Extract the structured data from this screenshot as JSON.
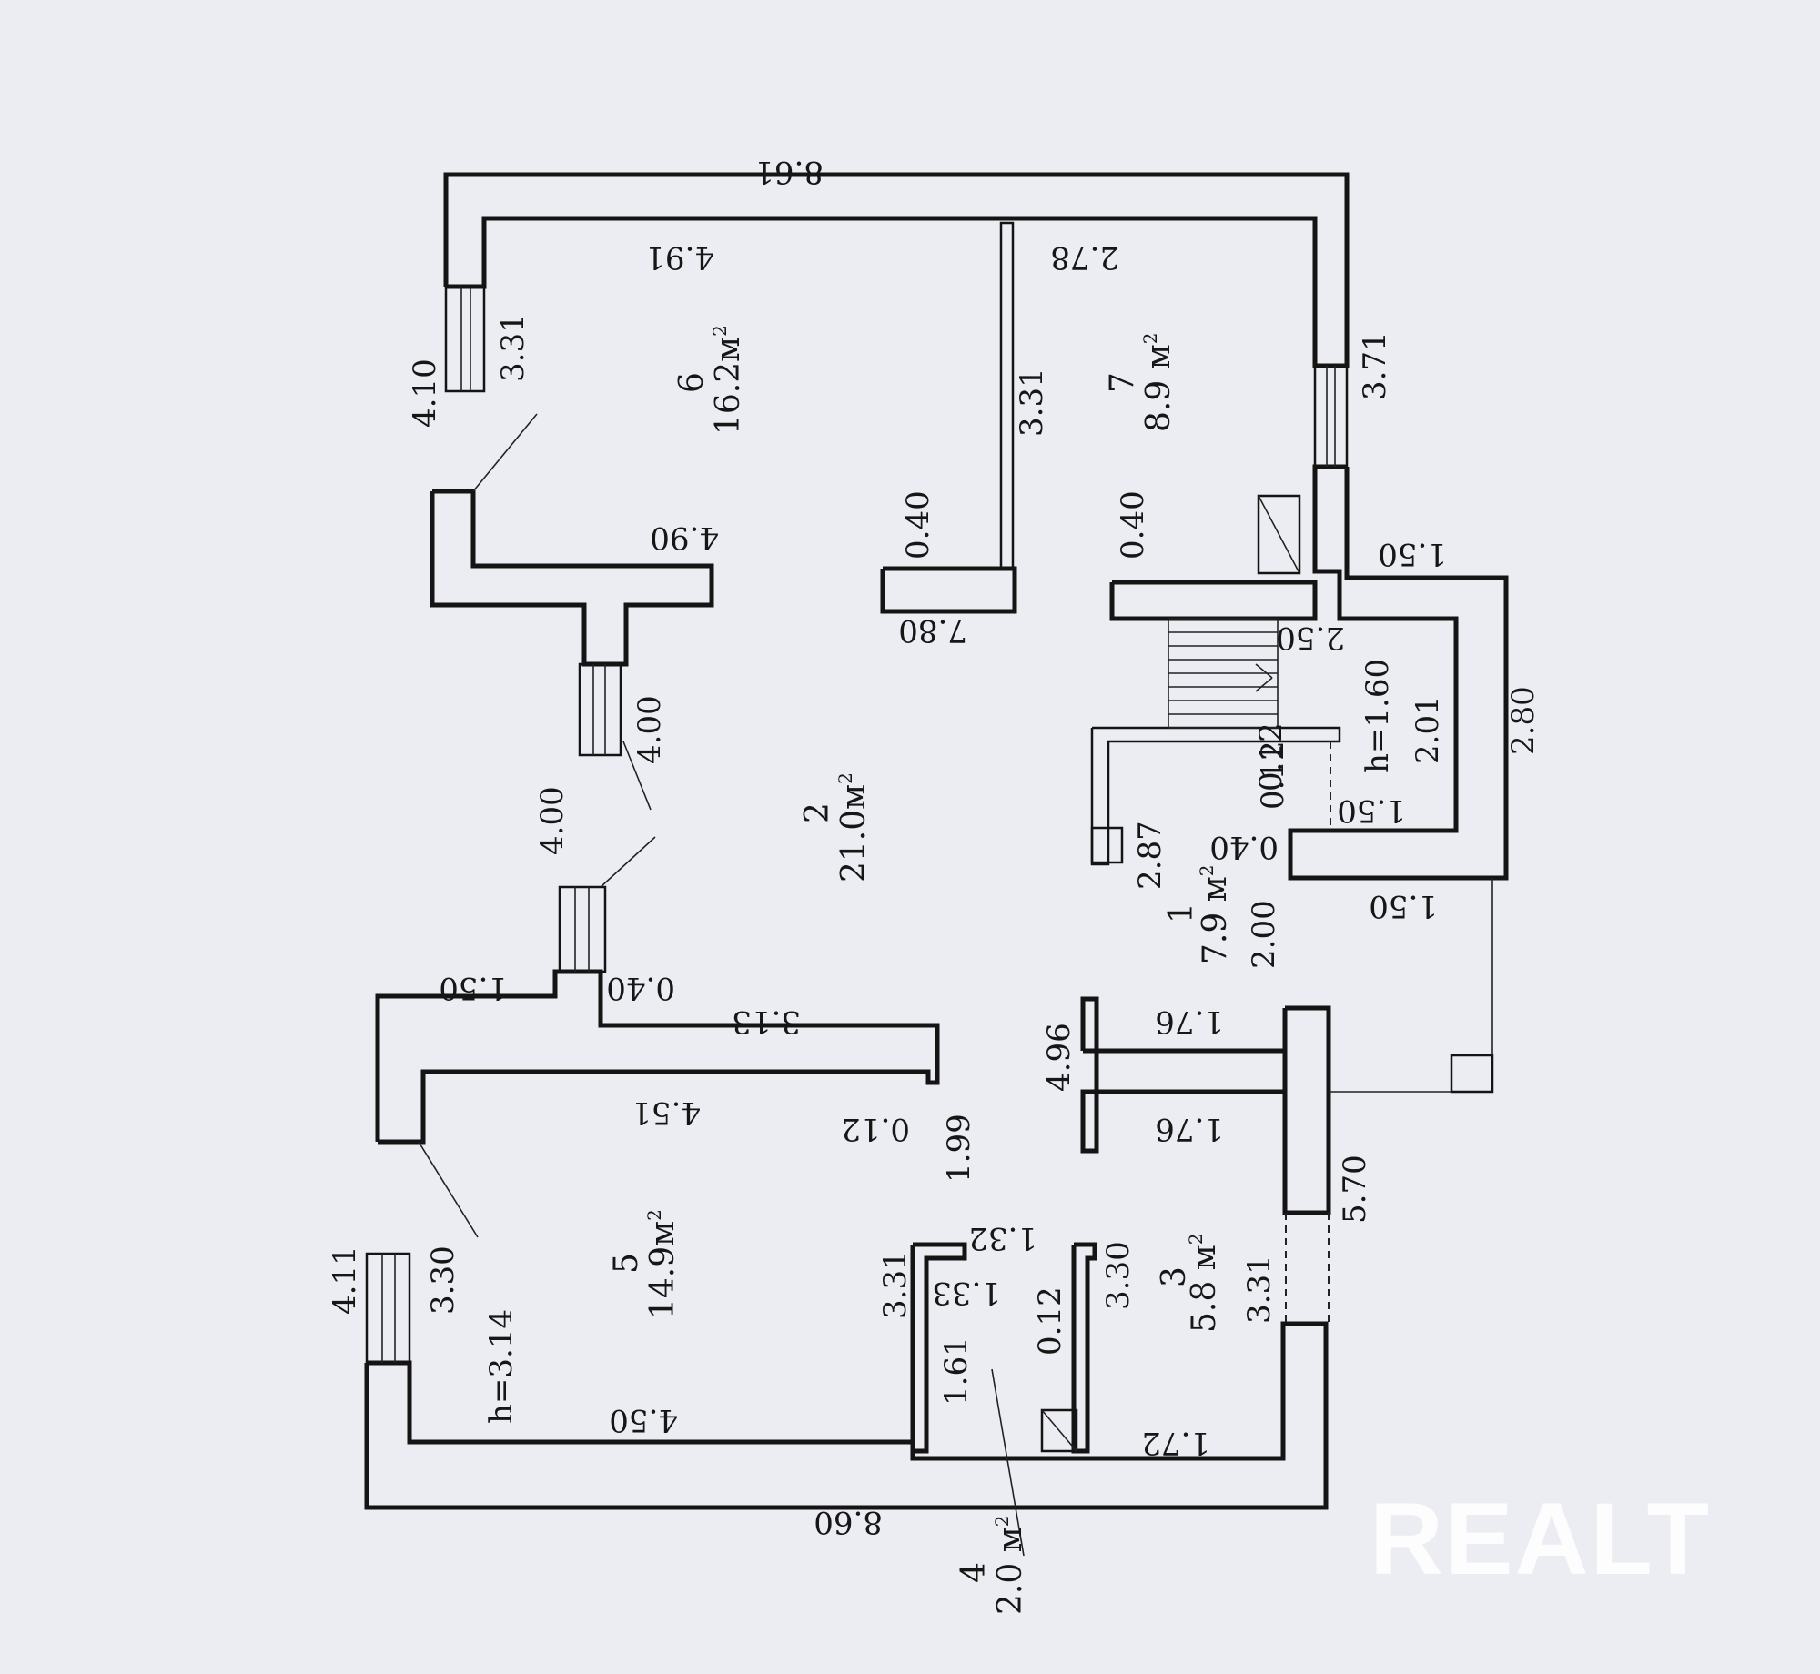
{
  "watermark": "REALT",
  "rooms": [
    {
      "id": "1",
      "number": "1",
      "area": "7.9 м",
      "sup": "2"
    },
    {
      "id": "2",
      "number": "2",
      "area": "21.0м",
      "sup": "2"
    },
    {
      "id": "3",
      "number": "3",
      "area": "5.8 м",
      "sup": "2"
    },
    {
      "id": "4",
      "number": "4",
      "area": "2.0 м",
      "sup": "2"
    },
    {
      "id": "5",
      "number": "5",
      "area": "14.9м",
      "sup": "2"
    },
    {
      "id": "6",
      "number": "6",
      "area": "16.2м",
      "sup": "2"
    },
    {
      "id": "7",
      "number": "7",
      "area": "8.9 м",
      "sup": "2"
    }
  ],
  "dimensions": [
    "8.61",
    "4.91",
    "2.78",
    "4.10",
    "3.31",
    "3.71",
    "3.31",
    "0.40",
    "0.40",
    "4.90",
    "7.80",
    "1.50",
    "2.50",
    "4.00",
    "4.00",
    "h=1.60",
    "0.12",
    "2.01",
    "2.80",
    "1.50",
    "0.40",
    "0.12",
    "2.87",
    "1.50",
    "2.00",
    "1.50",
    "0.40",
    "3.13",
    "4.51",
    "1.76",
    "4.96",
    "1.76",
    "0.12",
    "1.99",
    "5.70",
    "1.32",
    "3.31",
    "1.33",
    "0.12",
    "3.30",
    "3.31",
    "4.11",
    "3.30",
    "h=3.14",
    "1.61",
    "4.50",
    "1.72",
    "8.60"
  ]
}
